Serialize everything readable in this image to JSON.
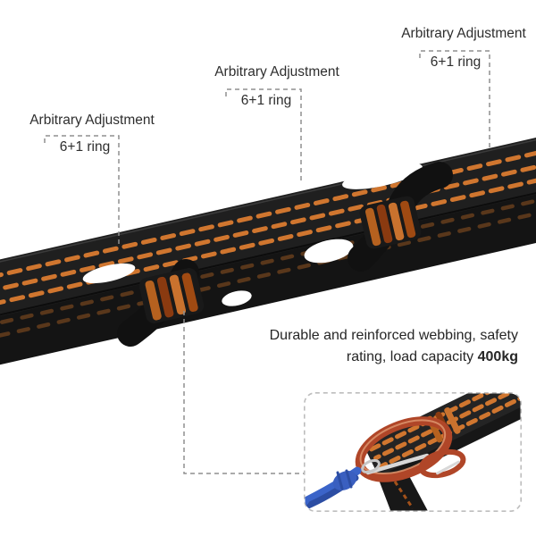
{
  "callouts": [
    {
      "title": "Arbitrary Adjustment",
      "subtitle": "6+1 ring"
    },
    {
      "title": "Arbitrary Adjustment",
      "subtitle": "6+1 ring"
    },
    {
      "title": "Arbitrary Adjustment",
      "subtitle": "6+1 ring"
    }
  ],
  "caption": {
    "line1": "Durable and reinforced webbing, safety",
    "line2": "rating, load capacity ",
    "highlight": "400kg"
  },
  "colors": {
    "bg-white": "#ffffff",
    "text-dark": "#2e2e2e",
    "line-gray": "#8f8f8f",
    "border-gray": "#bdbdbd",
    "webbing-dark": "#1f1f1f",
    "webbing-under": "#141414",
    "stitch-orange": "#d0762f",
    "stitch-dim": "#9e5a22",
    "bartack-1": "#b5611f",
    "bartack-2": "#8a3a10",
    "bartack-3": "#c9722e",
    "bartack-4": "#a04a12",
    "carabiner-red": "#b04628",
    "rope-blue": "#3b64c9",
    "rope-blue-dark": "#2c4da3",
    "metal-silver": "#d8d8d8"
  }
}
